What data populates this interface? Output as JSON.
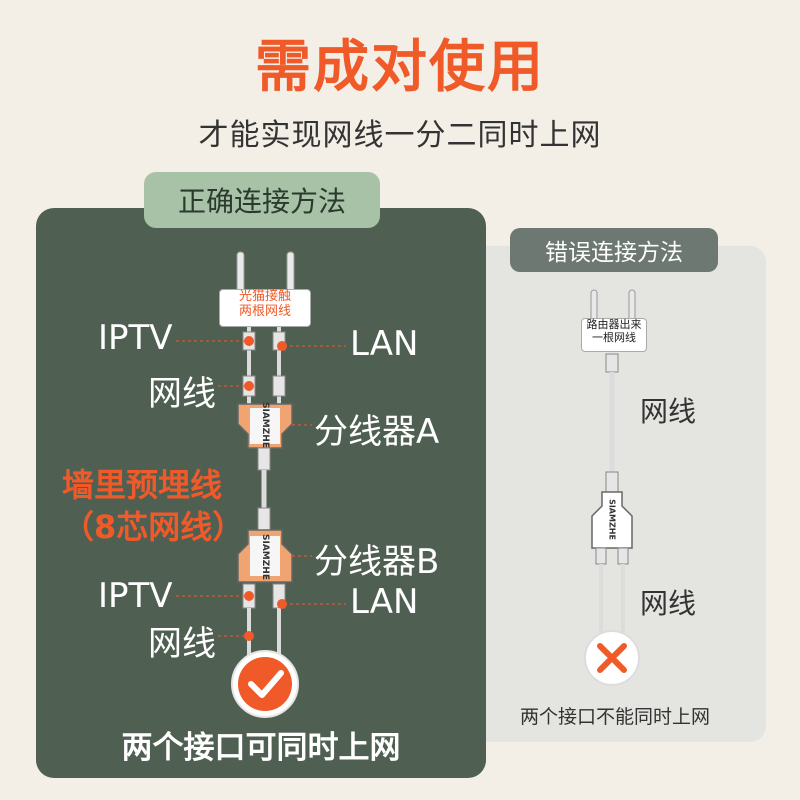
{
  "header": {
    "title": "需成对使用",
    "subtitle": "才能实现网线一分二同时上网"
  },
  "correct": {
    "tag": "正确连接方法",
    "router_line1": "光猫接触",
    "router_line2": "两根网线",
    "iptv_top": "IPTV",
    "lan_top": "LAN",
    "cable_top": "网线",
    "splitter_a": "分线器A",
    "wall_line1": "墙里预埋线",
    "wall_line2": "（8芯网线）",
    "splitter_b": "分线器B",
    "iptv_bottom": "IPTV",
    "lan_bottom": "LAN",
    "cable_bottom": "网线",
    "brand_text": "SIAMZHE",
    "result": "两个接口可同时上网"
  },
  "wrong": {
    "tag": "错误连接方法",
    "router_line1": "路由器出来",
    "router_line2": "一根网线",
    "cable_top": "网线",
    "cable_bottom": "网线",
    "brand_text": "SIAMZHE",
    "result": "两个接口不能同时上网"
  },
  "colors": {
    "accent": "#f05a28",
    "left_panel": "#4f5f52",
    "right_panel": "#e4e4e1",
    "tag_green": "#a7c2a7",
    "tag_gray": "#6d7872",
    "background": "#f4efe6"
  },
  "icons": {
    "ok": "check-icon",
    "fail": "cross-icon"
  }
}
